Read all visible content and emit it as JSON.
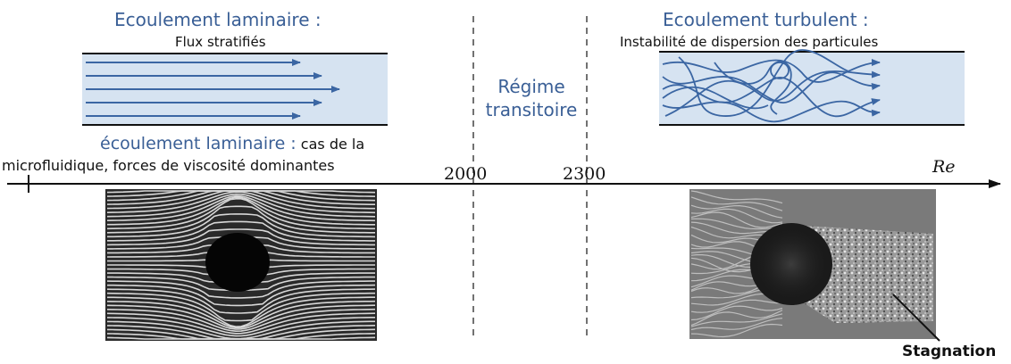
{
  "laminar": {
    "title": "Ecoulement laminaire :",
    "subtitle": "Flux stratifiés",
    "note_bold": "écoulement laminaire :",
    "note_rest_1": "cas de la",
    "note_line_2": "microfluidique, forces de viscosité dominantes"
  },
  "transitional": {
    "line1": "Régime",
    "line2": "transitoire"
  },
  "turbulent": {
    "title": "Ecoulement turbulent :",
    "subtitle": "Instabilité de dispersion des  particules"
  },
  "axis": {
    "label": "Re",
    "tick_2000": "2000",
    "tick_2300": "2300"
  },
  "stagnation_label": "Stagnation",
  "colors": {
    "accent_blue": "#3a5f96",
    "channel_fill": "#d6e3f1",
    "arrow_blue": "#3b66a3"
  }
}
